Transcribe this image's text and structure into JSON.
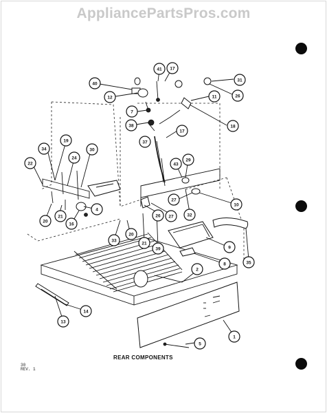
{
  "watermark": "AppliancePartsPros.com",
  "caption": "REAR COMPONENTS",
  "drawing_code": {
    "line1": "30",
    "line2": "REV. 1"
  },
  "callouts": [
    {
      "id": "c41",
      "label": "41"
    },
    {
      "id": "c17",
      "label": "17"
    },
    {
      "id": "c31",
      "label": "31"
    },
    {
      "id": "c40",
      "label": "40"
    },
    {
      "id": "c12",
      "label": "12"
    },
    {
      "id": "c11",
      "label": "11"
    },
    {
      "id": "c26a",
      "label": "26"
    },
    {
      "id": "c7",
      "label": "7"
    },
    {
      "id": "c38",
      "label": "38"
    },
    {
      "id": "c18",
      "label": "18"
    },
    {
      "id": "c17b",
      "label": "17"
    },
    {
      "id": "c34",
      "label": "34"
    },
    {
      "id": "c19",
      "label": "19"
    },
    {
      "id": "c30",
      "label": "30"
    },
    {
      "id": "c22",
      "label": "22"
    },
    {
      "id": "c24",
      "label": "24"
    },
    {
      "id": "c37",
      "label": "37"
    },
    {
      "id": "c29",
      "label": "29"
    },
    {
      "id": "c43",
      "label": "43"
    },
    {
      "id": "c27a",
      "label": "27"
    },
    {
      "id": "c10",
      "label": "10"
    },
    {
      "id": "c20a",
      "label": "20"
    },
    {
      "id": "c21a",
      "label": "21"
    },
    {
      "id": "c16",
      "label": "16"
    },
    {
      "id": "c4",
      "label": "4"
    },
    {
      "id": "c27b",
      "label": "27"
    },
    {
      "id": "c26b",
      "label": "26"
    },
    {
      "id": "c32",
      "label": "32"
    },
    {
      "id": "c20b",
      "label": "20"
    },
    {
      "id": "c21b",
      "label": "21"
    },
    {
      "id": "c33",
      "label": "33"
    },
    {
      "id": "c39",
      "label": "39"
    },
    {
      "id": "c9",
      "label": "9"
    },
    {
      "id": "c8",
      "label": "8"
    },
    {
      "id": "c35",
      "label": "35"
    },
    {
      "id": "c2",
      "label": "2"
    },
    {
      "id": "c14",
      "label": "14"
    },
    {
      "id": "c13",
      "label": "13"
    },
    {
      "id": "c1",
      "label": "1"
    },
    {
      "id": "c5",
      "label": "5"
    }
  ]
}
